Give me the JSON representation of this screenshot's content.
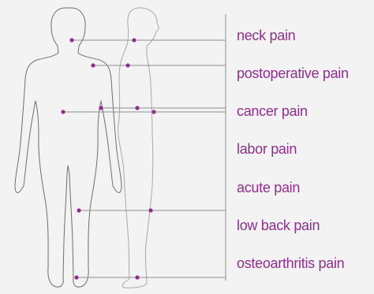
{
  "accent_color": "#8e2f8e",
  "line_color": "#8f8f8f",
  "figure_stroke_color": "#6e6e6e",
  "figure_side_stroke_color": "#a8a8a8",
  "figures": [
    {
      "view": "front",
      "icon": "human-body-front-outline-icon"
    },
    {
      "view": "side",
      "icon": "human-body-side-outline-icon"
    }
  ],
  "pain_labels": [
    "neck pain",
    "postoperative pain",
    "cancer pain",
    "labor pain",
    "acute pain",
    "low back pain",
    "osteoarthritis pain"
  ]
}
